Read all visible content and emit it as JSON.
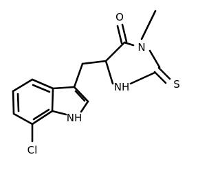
{
  "molecule": {
    "atoms": [
      {
        "id": "O",
        "label": "O"
      },
      {
        "id": "N1",
        "label": "N"
      },
      {
        "id": "NH1",
        "label": "NH"
      },
      {
        "id": "S",
        "label": "S"
      },
      {
        "id": "NH2",
        "label": "NH"
      },
      {
        "id": "Cl",
        "label": "Cl"
      }
    ]
  }
}
